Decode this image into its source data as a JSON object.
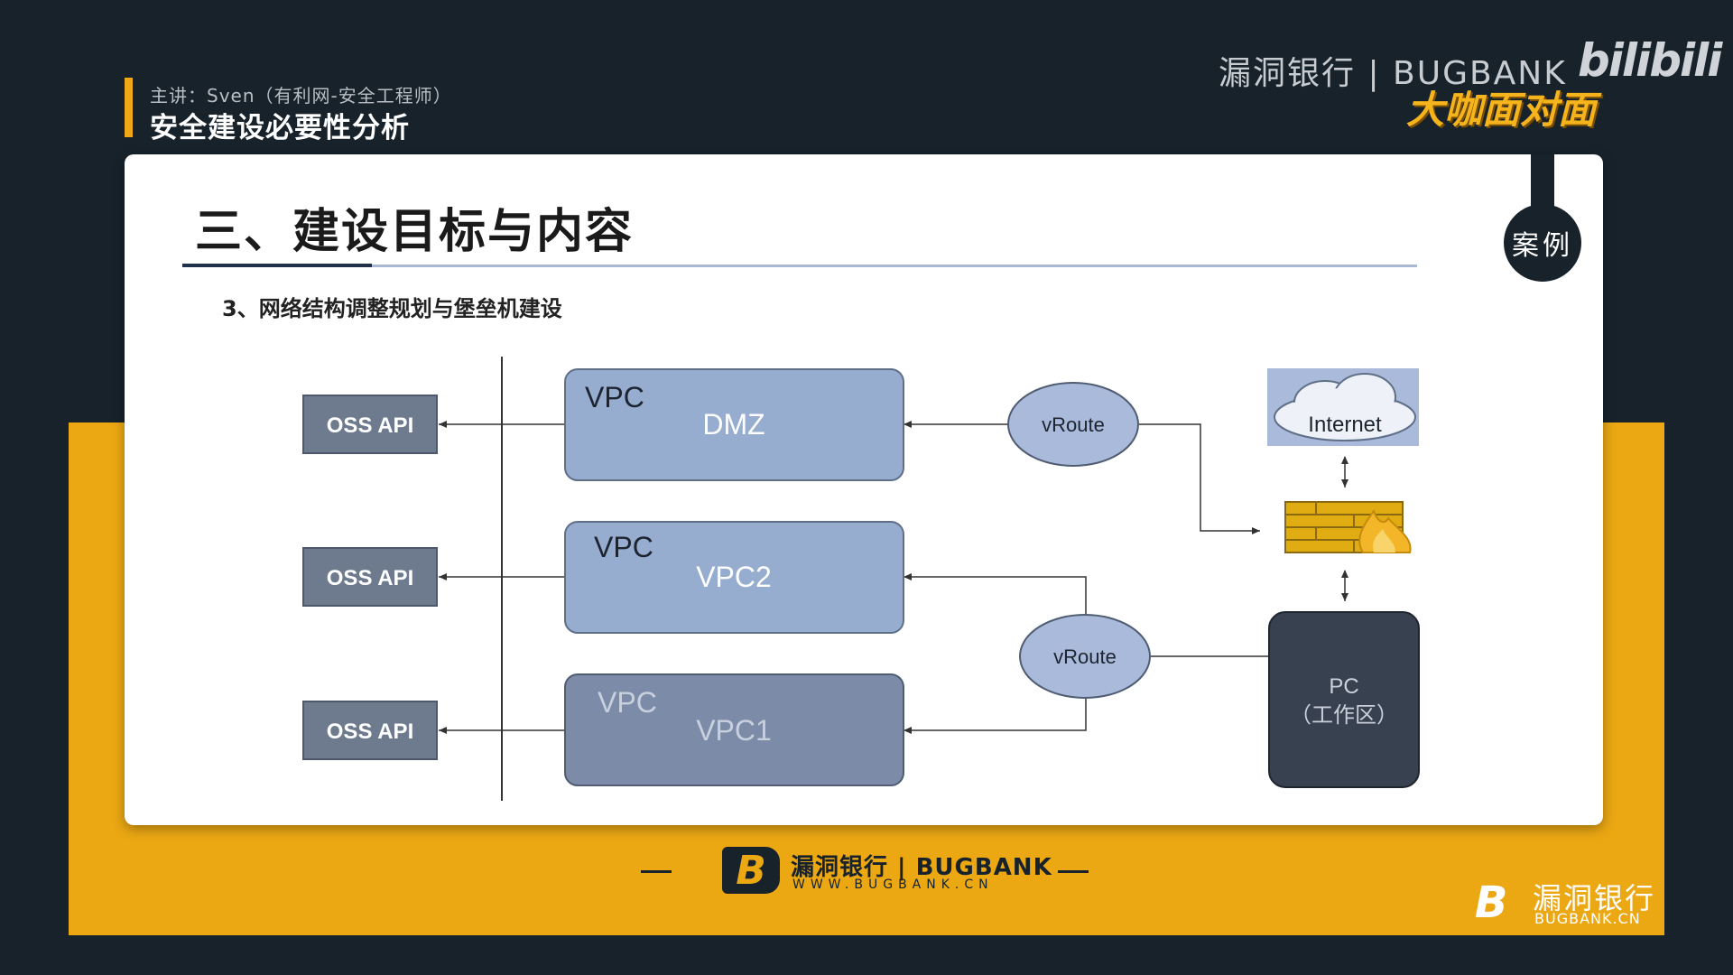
{
  "header": {
    "presenter": "主讲：Sven（有利网-安全工程师）",
    "section_title": "安全建设必要性分析"
  },
  "brand": {
    "top_text": "漏洞银行 | BUGBANK",
    "sub_text": "大咖面对面",
    "bilibili_logo": "bilibili"
  },
  "slide": {
    "title": "三、建设目标与内容",
    "subtitle": "3、网络结构调整规划与堡垒机建设",
    "case_tag": "案例"
  },
  "diagram": {
    "oss": [
      {
        "label": "OSS API"
      },
      {
        "label": "OSS API"
      },
      {
        "label": "OSS API"
      }
    ],
    "vpcs": [
      {
        "tag": "VPC",
        "name": "DMZ",
        "fill": "#96add0"
      },
      {
        "tag": "VPC",
        "name": "VPC2",
        "fill": "#96add0"
      },
      {
        "tag": "VPC",
        "name": "VPC1",
        "fill": "#7b8ba8"
      }
    ],
    "routers": [
      {
        "label": "vRoute"
      },
      {
        "label": "vRoute"
      }
    ],
    "internet": {
      "label": "Internet",
      "icon": "cloud-icon"
    },
    "firewall": {
      "icon": "firewall-icon"
    },
    "pc": {
      "line1": "PC",
      "line2": "（工作区）"
    },
    "colors": {
      "oss_fill": "#6e7b8e",
      "pc_fill": "#38414f",
      "router_fill": "#a9badb",
      "accent_yellow": "#eca813",
      "dark_bg": "#17222b"
    }
  },
  "footer": {
    "logo": "B",
    "brand": "漏洞银行 | BUGBANK",
    "url": "WWW.BUGBANK.CN"
  },
  "watermark": {
    "logo": "B",
    "name": "漏洞银行",
    "url": "BUGBANK.CN"
  }
}
